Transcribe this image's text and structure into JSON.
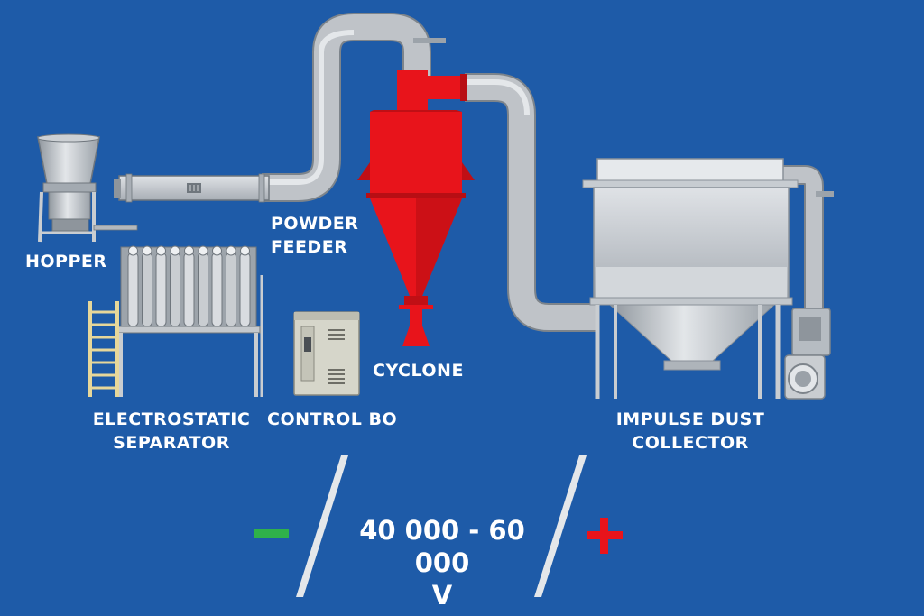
{
  "labels": {
    "hopper": "HOPPER",
    "powder_feeder": [
      "POWDER",
      "FEEDER"
    ],
    "cyclone": "CYCLONE",
    "electrostatic_separator": [
      "ELECTROSTATIC",
      "SEPARATOR"
    ],
    "control_box": "CONTROL BO",
    "impulse_dust_collector": [
      "IMPULSE DUST",
      "COLLECTOR"
    ]
  },
  "voltage": {
    "range": "40 000 - 60 000",
    "unit": "V"
  },
  "polarity": {
    "negative": "−",
    "positive": "+"
  },
  "colors": {
    "background": "#1e5ba8",
    "pipe": "#b9bdc2",
    "cyclone": "#e8141b",
    "negative": "#2fb14a",
    "positive": "#e8141b",
    "control_box": "#d8d8cc",
    "ladder": "#e6d79a"
  }
}
